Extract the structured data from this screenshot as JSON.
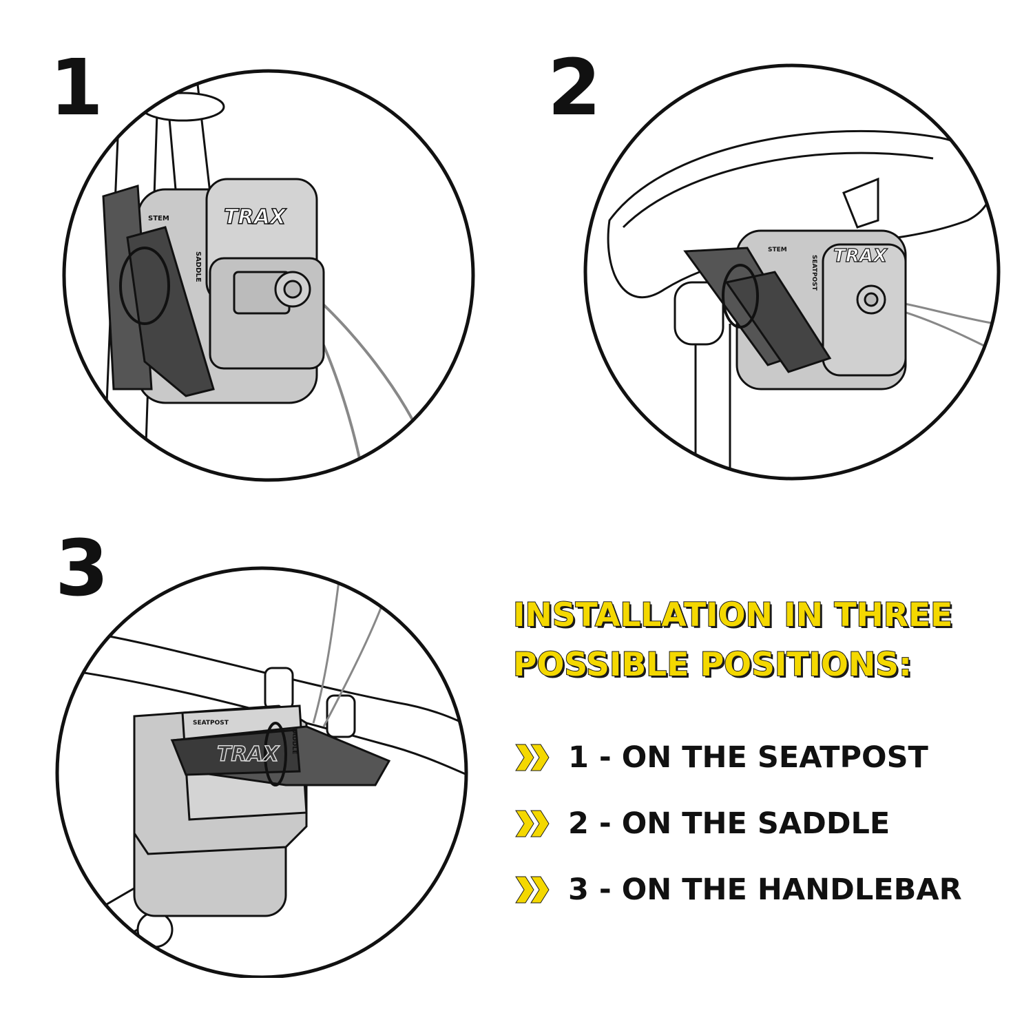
{
  "steps": [
    {
      "number": "1",
      "brand": "TRAX",
      "labels": [
        "STEM",
        "SADDLE"
      ]
    },
    {
      "number": "2",
      "brand": "TRAX",
      "labels": [
        "STEM",
        "SEATPOST"
      ]
    },
    {
      "number": "3",
      "brand": "TRAX",
      "labels": [
        "SEATPOST",
        "SADDLE"
      ]
    }
  ],
  "heading": {
    "line1": "INSTALLATION IN THREE",
    "line2": "POSSIBLE POSITIONS:"
  },
  "positions": [
    {
      "label": "1 - ON THE SEATPOST"
    },
    {
      "label": "2 - ON THE SADDLE"
    },
    {
      "label": "3 - ON THE HANDLEBAR"
    }
  ],
  "colors": {
    "accent": "#f4d800",
    "ink": "#111111",
    "device_gray": "#c9c9c9",
    "strap_gray": "#555555"
  },
  "icons": [
    "double-chevron-icon"
  ]
}
